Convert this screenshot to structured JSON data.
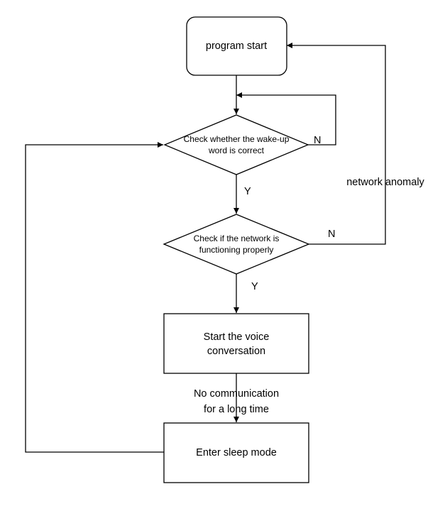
{
  "diagram": {
    "nodes": {
      "start": {
        "text": "program start"
      },
      "check_wake": {
        "lines": [
          "Check whether the wake-up",
          "word is correct"
        ]
      },
      "check_network": {
        "lines": [
          "Check if the network is",
          "functioning properly"
        ]
      },
      "voice": {
        "lines": [
          "Start the voice",
          "conversation"
        ]
      },
      "sleep": {
        "text": "Enter sleep mode"
      }
    },
    "edges": {
      "wake_no": "N",
      "wake_yes": "Y",
      "network_no": "N",
      "network_yes": "Y",
      "network_anomaly": "network anomaly",
      "idle": [
        "No communication",
        "for a long time"
      ]
    },
    "colors": {
      "stroke": "#000000",
      "fill": "#ffffff"
    }
  }
}
